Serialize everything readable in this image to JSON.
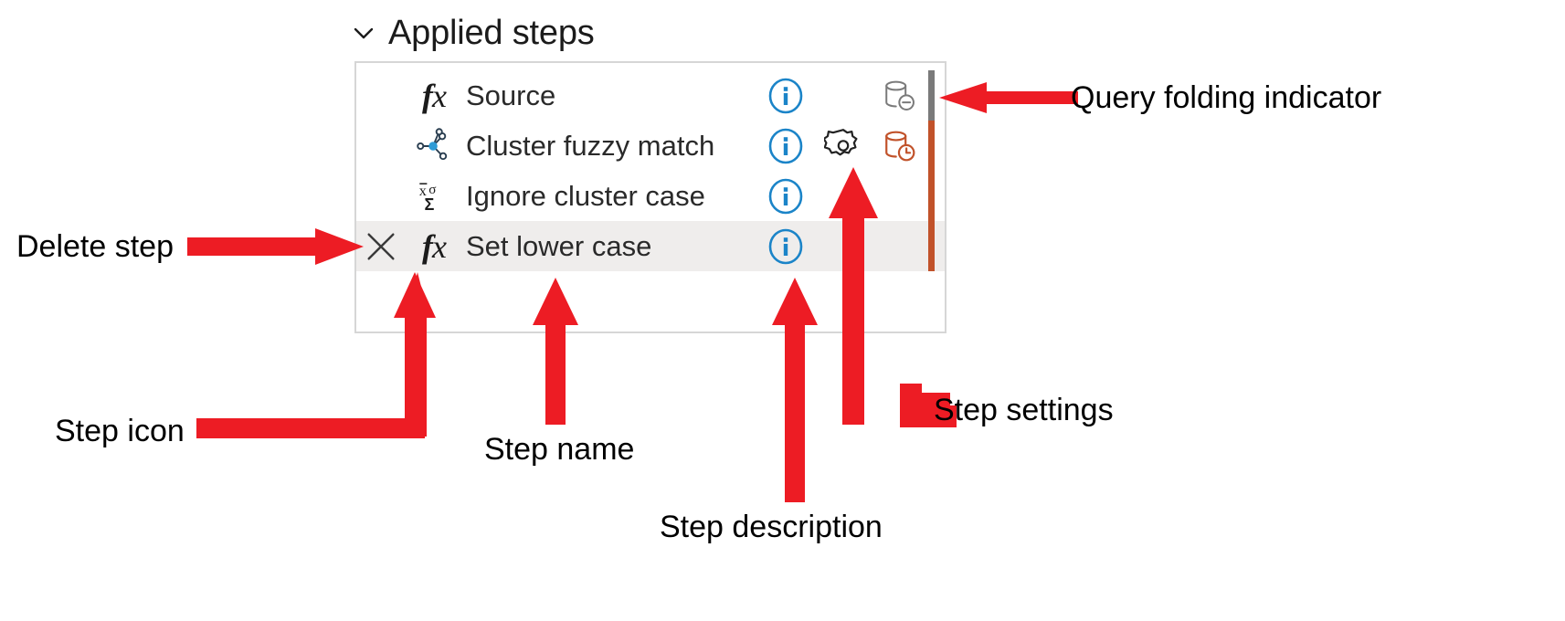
{
  "panel": {
    "title": "Applied steps",
    "collapse_icon": "chevron-down-icon"
  },
  "colors": {
    "annotation_red": "#ED1C24",
    "info_blue": "#1B84C8",
    "fold_supported_grey": "#7A7A7A",
    "fold_unsupported_orange": "#C1522A",
    "selected_row": "#EFEDEC",
    "box_border": "#D6D6D6",
    "text": "#2A2A2A"
  },
  "steps": [
    {
      "name": "Source",
      "icon": "fx-function-icon",
      "icon_label": "fx",
      "has_delete": false,
      "has_info": true,
      "info_icon": "info-circle-icon",
      "has_gear": false,
      "gear_icon": "gear-icon",
      "fold_icon": "database-minus-icon",
      "fold_state": "not-folded",
      "bar_color": "#7A7A7A",
      "selected": false
    },
    {
      "name": "Cluster fuzzy match",
      "icon": "cluster-nodes-icon",
      "icon_label": "",
      "has_delete": false,
      "has_info": true,
      "info_icon": "info-circle-icon",
      "has_gear": true,
      "gear_icon": "gear-icon",
      "fold_icon": "database-clock-icon",
      "fold_state": "evaluation-pending",
      "bar_color": "#C1522A",
      "selected": false
    },
    {
      "name": "Ignore cluster case",
      "icon": "statistics-sigma-icon",
      "icon_label": "x̄σΣ",
      "has_delete": false,
      "has_info": true,
      "info_icon": "info-circle-icon",
      "has_gear": false,
      "gear_icon": "gear-icon",
      "fold_icon": "",
      "fold_state": "",
      "bar_color": "#C1522A",
      "selected": false
    },
    {
      "name": "Set lower case",
      "icon": "fx-function-icon",
      "icon_label": "fx",
      "has_delete": true,
      "delete_icon": "close-x-icon",
      "has_info": true,
      "info_icon": "info-circle-icon",
      "has_gear": false,
      "gear_icon": "gear-icon",
      "fold_icon": "",
      "fold_state": "",
      "bar_color": "#C1522A",
      "selected": true
    }
  ],
  "annotations": [
    {
      "id": "query-folding-indicator",
      "label": "Query folding indicator"
    },
    {
      "id": "delete-step",
      "label": "Delete step"
    },
    {
      "id": "step-icon",
      "label": "Step icon"
    },
    {
      "id": "step-name",
      "label": "Step name"
    },
    {
      "id": "step-settings",
      "label": "Step settings"
    },
    {
      "id": "step-description",
      "label": "Step description"
    }
  ]
}
